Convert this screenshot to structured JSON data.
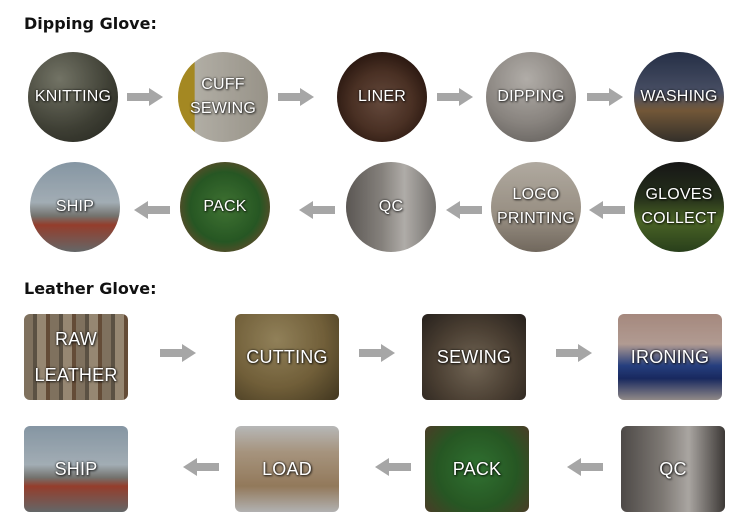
{
  "dipping": {
    "heading": "Dipping Glove:",
    "steps": {
      "knitting": "KNITTING",
      "cuff_sewing": "CUFF\nSEWING",
      "liner": "LINER",
      "dipping": "DIPPING",
      "washing": "WASHING",
      "gloves_collect": "GLOVES\nCOLLECT",
      "logo_printing": "LOGO\nPRINTING",
      "qc": "QC",
      "pack": "PACK",
      "ship": "SHIP"
    }
  },
  "leather": {
    "heading": "Leather Glove:",
    "steps": {
      "raw_leather": "RAW\nLEATHER",
      "cutting": "CUTTING",
      "sewing": "SEWING",
      "ironing": "IRONING",
      "qc": "QC",
      "pack": "PACK",
      "load": "LOAD",
      "ship": "SHIP"
    }
  },
  "colors": {
    "arrow": "#a6a6a6",
    "label_text": "#ffffff",
    "heading_text": "#111111"
  },
  "icons": {
    "arrow_right": "arrow-right-icon",
    "arrow_left": "arrow-left-icon"
  }
}
